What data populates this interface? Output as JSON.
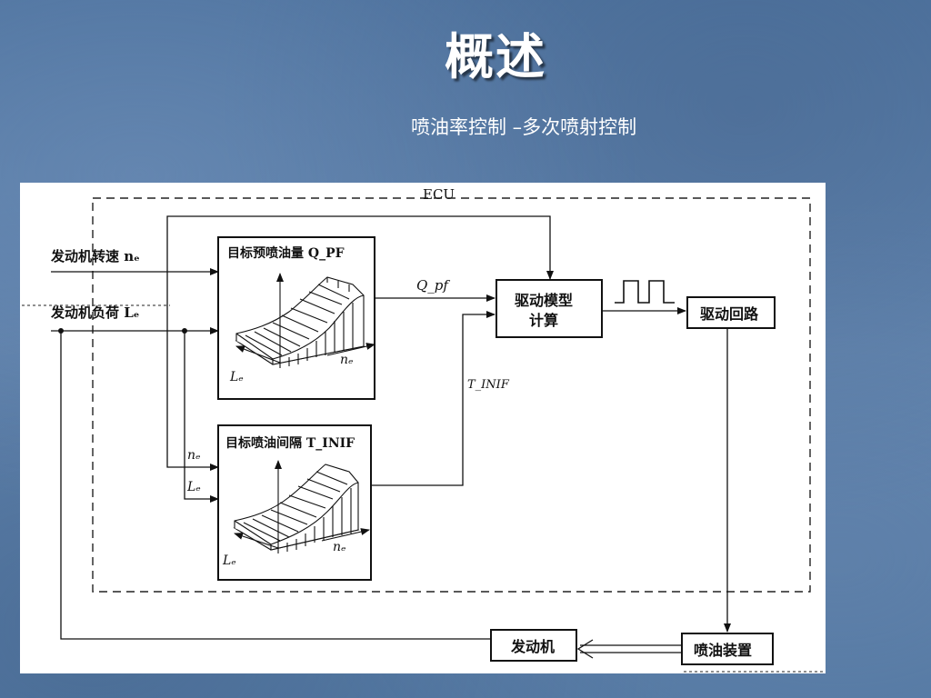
{
  "slide": {
    "title": "概述",
    "subtitle": "喷油率控制 –多次喷射控制"
  },
  "diagram": {
    "ecu_label": "ECU",
    "inputs": {
      "speed": "发动机转速 nₑ",
      "load": "发动机负荷 Lₑ"
    },
    "map_pf": {
      "title": "目标预喷油量 Q_PF",
      "axis_le": "Lₑ",
      "axis_ne": "nₑ"
    },
    "map_inif": {
      "title": "目标喷油间隔 T_INIF",
      "axis_le": "Lₑ",
      "axis_ne": "nₑ"
    },
    "signals": {
      "q_pf": "Q_pf",
      "t_inif": "T_INIF",
      "ne_in": "nₑ",
      "le_in": "Lₑ"
    },
    "blocks": {
      "drive_model_line1": "驱动模型",
      "drive_model_line2": "计算",
      "drive_circuit": "驱动回路",
      "injector": "喷油装置",
      "engine": "发动机"
    }
  }
}
